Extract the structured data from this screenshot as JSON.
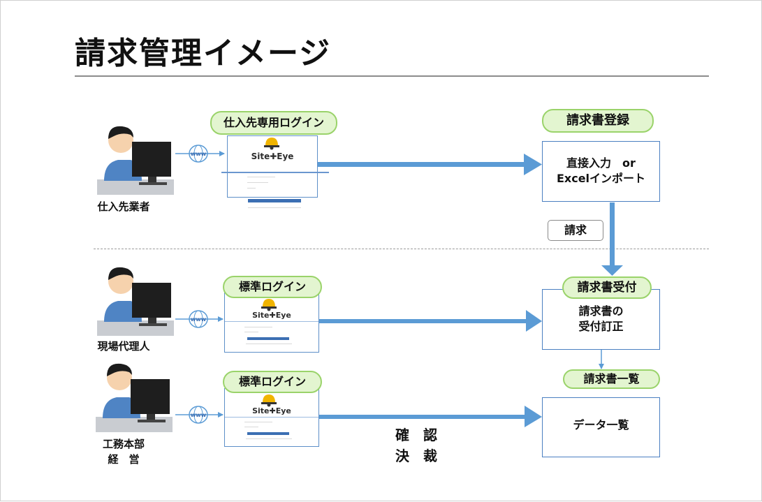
{
  "title": "請求管理イメージ",
  "logo_text": "Site✚Eye",
  "actors": {
    "supplier": "仕入先業者",
    "site_agent": "現場代理人",
    "hq_line1": "工務本部",
    "hq_line2": "経　営"
  },
  "pills": {
    "supplier_login": "仕入先専用ログイン",
    "standard_login_1": "標準ログイン",
    "standard_login_2": "標準ログイン",
    "invoice_register": "請求書登録",
    "invoice_receive": "請求書受付",
    "invoice_list": "請求書一覧"
  },
  "boxes": {
    "register_line1": "直接入力　or",
    "register_line2": "Excelインポート",
    "receive_line1": "請求書の",
    "receive_line2": "受付訂正",
    "list_text": "データ一覧"
  },
  "flow_label": "請求",
  "approval": {
    "line1": "確　認",
    "line2": "決　裁"
  },
  "colors": {
    "arrow": "#5b9bd5",
    "pill_fill": "#e3f5d0",
    "pill_border": "#9ad36a",
    "box_border": "#4a7fc1"
  }
}
